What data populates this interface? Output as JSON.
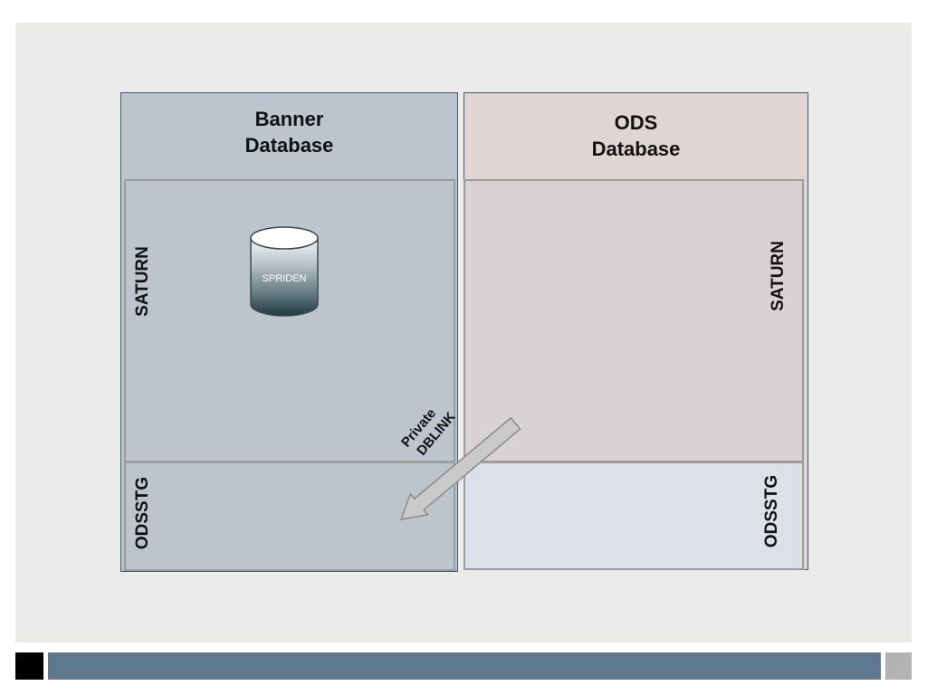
{
  "banner": {
    "title_line1": "Banner",
    "title_line2": "Database",
    "schema_top": "SATURN",
    "schema_bottom": "ODSSTG",
    "table": "SPRIDEN"
  },
  "ods": {
    "title_line1": "ODS",
    "title_line2": "Database",
    "schema_top": "SATURN",
    "schema_bottom": "ODSSTG"
  },
  "link": {
    "line1": "Private",
    "line2": "DBLINK"
  },
  "colors": {
    "banner_fill": "#bcc5cd",
    "ods_fill": "#e0d5d3",
    "ods_odsstg_fill": "#dce0e8",
    "footer_bar": "#5e788f"
  }
}
